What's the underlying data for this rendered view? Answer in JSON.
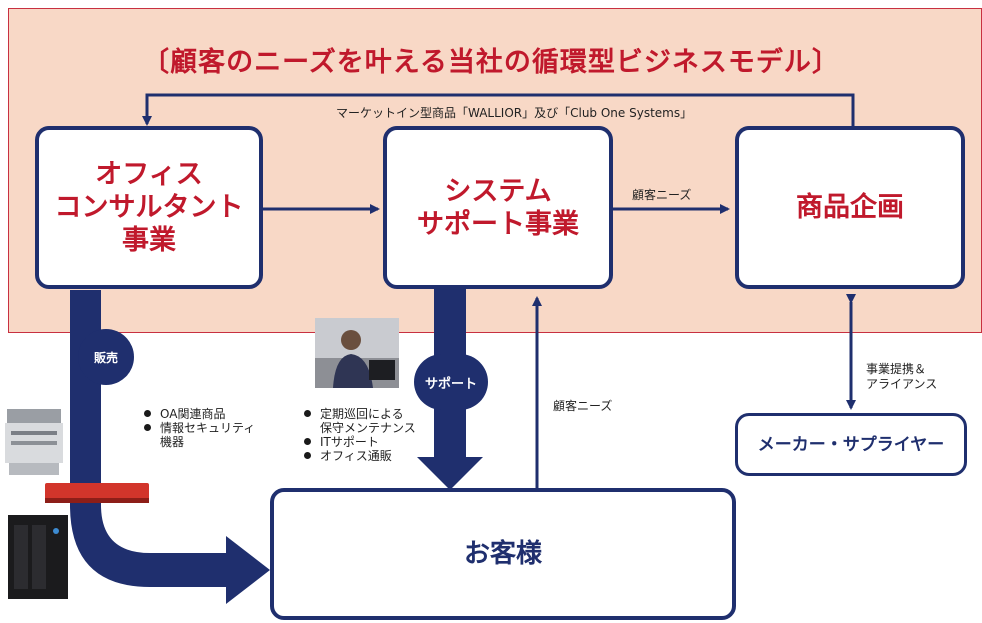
{
  "title": "〔顧客のニーズを叶える当社の循環型ビジネスモデル〕",
  "top_loop_label": "マーケットイン型商品「WALLIOR」及び「Club One Systems」",
  "boxes": {
    "office": "オフィス\nコンサルタント\n事業",
    "system": "システム\nサポート事業",
    "product": "商品企画",
    "maker": "メーカー・サプライヤー",
    "customer": "お客様"
  },
  "labels": {
    "needs_top": "顧客ニーズ",
    "needs_mid": "顧客ニーズ",
    "alliance_line1": "事業提携＆",
    "alliance_line2": "アライアンス"
  },
  "circles": {
    "sales": "販売",
    "support": "サポート"
  },
  "sales_items": [
    "OA関連商品",
    "情報セキュリティ",
    "機器"
  ],
  "support_items": [
    "定期巡回による",
    "保守メンテナンス",
    "ITサポート",
    "オフィス通販"
  ],
  "colors": {
    "navy": "#1f2f6e",
    "red": "#c0192c",
    "background": "#f8d8c6"
  }
}
